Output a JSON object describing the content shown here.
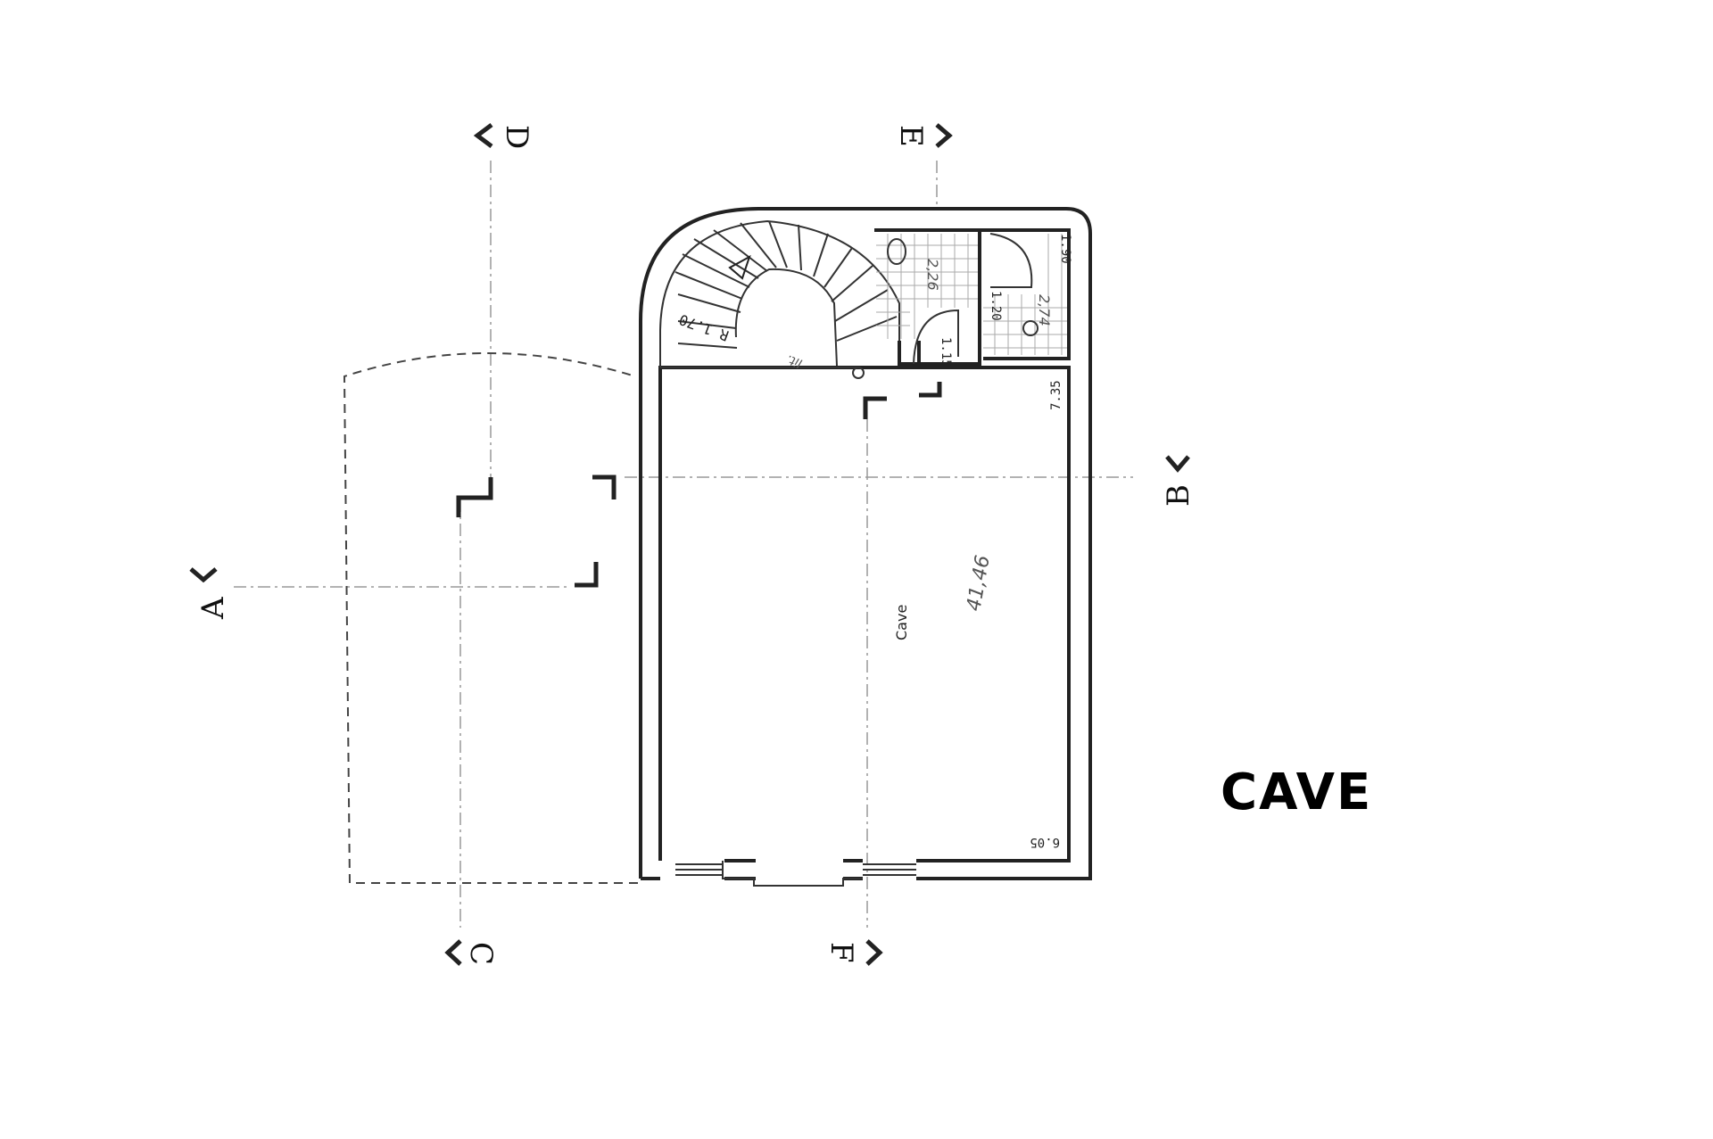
{
  "heading": "CAVE",
  "sections": {
    "A": "A",
    "B": "B",
    "C": "C",
    "D": "D",
    "E": "E",
    "F": "F"
  },
  "room": {
    "name": "Cave",
    "area_note": "41,46"
  },
  "dimensions": {
    "length": "7.35",
    "width": "6.05",
    "wc_length": "1.90",
    "wc_width": "1.20",
    "passage": "1.15",
    "stair_radius": "R 1.70",
    "stair_note": "lit.",
    "wc_area_note": "2,74",
    "shower_area_note": "2,26"
  },
  "stair_direction_icon": "arrow-triangle-icon"
}
